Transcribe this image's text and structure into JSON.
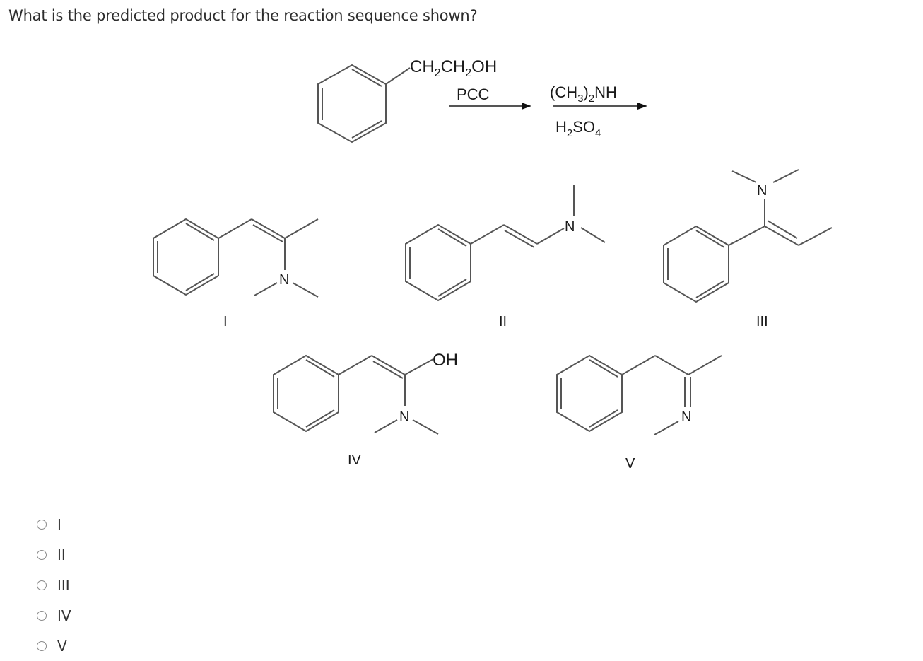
{
  "question": {
    "text": "What is the predicted product for the reaction sequence shown?"
  },
  "reaction": {
    "substituent_main": "CH",
    "substituent_sub1": "2",
    "substituent_mid": "CH",
    "substituent_sub2": "2",
    "substituent_end": "OH",
    "step1_reagent": "PCC",
    "step2_reagent_a_open": "(CH",
    "step2_reagent_a_sub1": "3",
    "step2_reagent_a_close": ")",
    "step2_reagent_a_sub2": "2",
    "step2_reagent_a_end": "NH",
    "step2_reagent_b_start": "H",
    "step2_reagent_b_sub1": "2",
    "step2_reagent_b_mid": "SO",
    "step2_reagent_b_sub2": "4"
  },
  "structures": [
    {
      "label": "I",
      "atom": "N"
    },
    {
      "label": "II",
      "atom": "N"
    },
    {
      "label": "III",
      "atom": "N"
    },
    {
      "label": "IV",
      "atom": "N",
      "extra": "OH"
    },
    {
      "label": "V",
      "atom": "N"
    }
  ],
  "choices": [
    {
      "label": "I",
      "selected": false
    },
    {
      "label": "II",
      "selected": false
    },
    {
      "label": "III",
      "selected": false
    },
    {
      "label": "IV",
      "selected": false
    },
    {
      "label": "V",
      "selected": false
    }
  ],
  "colors": {
    "text": "#2d2d2d",
    "bond": "#555555",
    "radio_border": "#8a8a8a"
  }
}
